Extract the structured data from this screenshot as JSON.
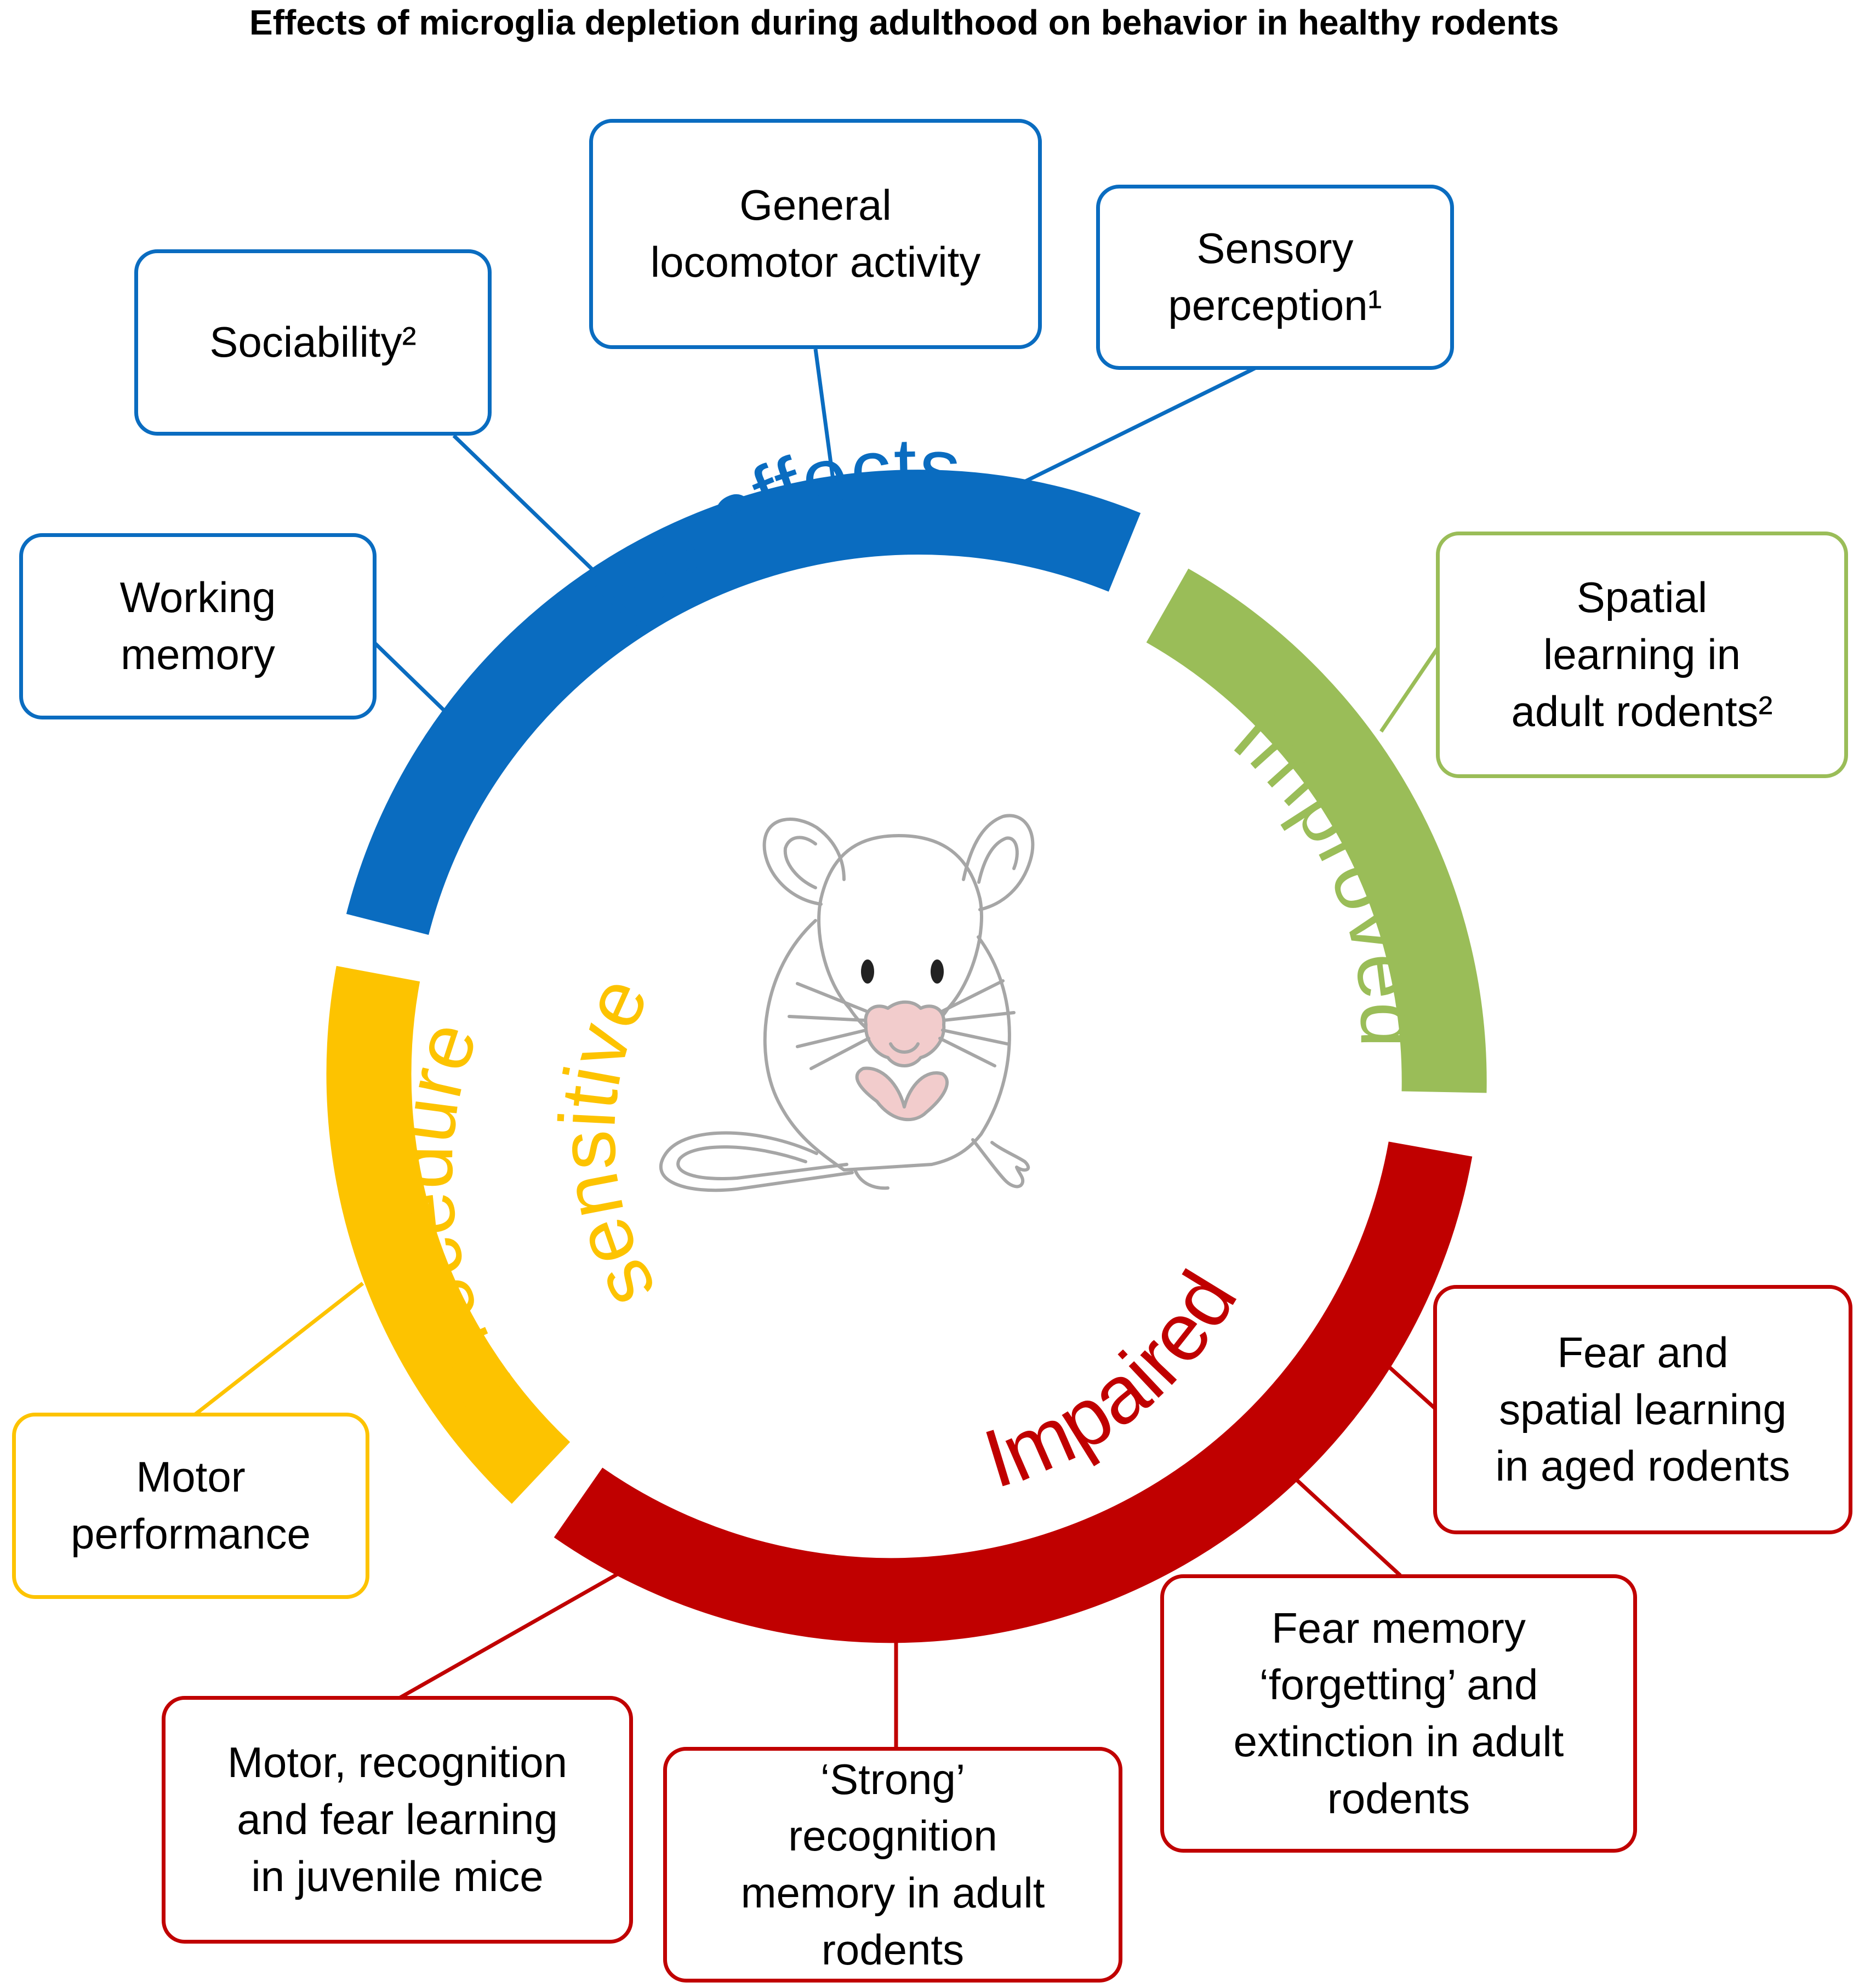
{
  "title": "Effects of microglia depletion during adulthood on behavior in healthy rodents",
  "colors": {
    "no_effects": "#0A6CC0",
    "improved": "#9ABD58",
    "impaired": "#C00000",
    "procedure_sensitive": "#FDC300",
    "mouse_outline": "#A6A6A6",
    "mouse_pink": "#F2CCCC"
  },
  "arc_labels": {
    "no_effects": "No effects",
    "improved": "Improved",
    "impaired": "Impaired",
    "procedure": "Procedure",
    "sensitive": "sensitive"
  },
  "boxes": {
    "working_memory": "Working\nmemory",
    "sociability": "Sociability²",
    "general_locomotor": "General\nlocomotor activity",
    "sensory_perception": "Sensory\nperception¹",
    "spatial_learning_adult": "Spatial\nlearning in\nadult rodents²",
    "fear_spatial_aged": "Fear and\nspatial learning\nin aged rodents",
    "fear_memory_forgetting": "Fear memory\n‘forgetting’ and\nextinction in adult\nrodents",
    "strong_recognition": "‘Strong’\nrecognition\nmemory in adult\nrodents",
    "motor_recognition_juvenile": "Motor, recognition\nand fear learning\nin juvenile mice",
    "motor_performance": "Motor\nperformance"
  },
  "illustration": "mouse"
}
